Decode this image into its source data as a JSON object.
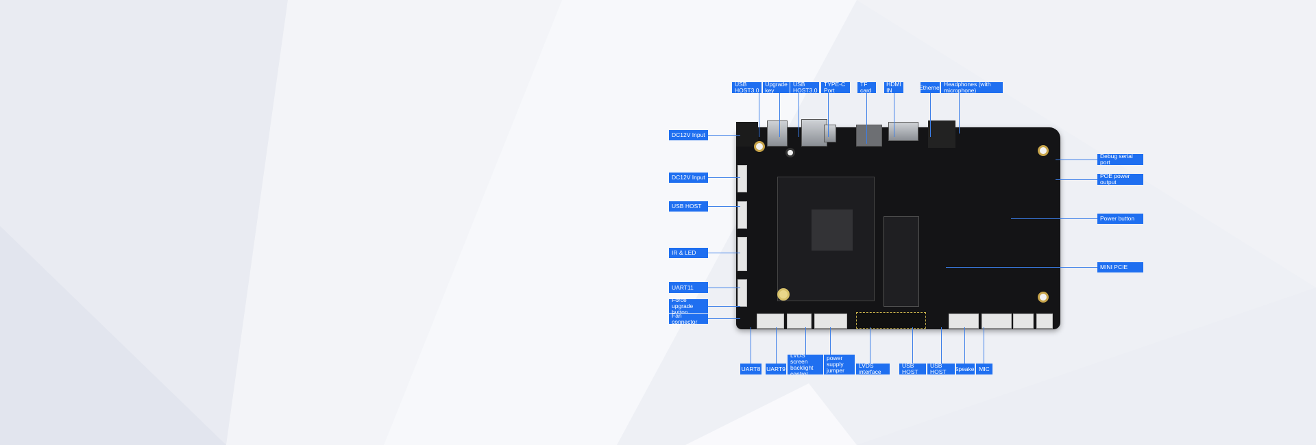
{
  "colors": {
    "label_bg": "#1f6ff0",
    "label_text": "#ffffff",
    "board": "#141416",
    "background": "#eef0f5"
  },
  "top_labels": [
    "USB HOST3.0",
    "Upgrade key",
    "USB HOST3.0",
    "TYPE-C Port",
    "TF card",
    "HDMI IN",
    "Ethernet",
    "Headphones (with microphone)"
  ],
  "left_labels": [
    "DC12V Input",
    "DC12V Input",
    "USB HOST",
    "IR & LED",
    "UART11",
    "Force upgrade button",
    "Fan connector"
  ],
  "right_labels": [
    "Debug serial port",
    "POE power output",
    "Power button",
    "MINI PCIE"
  ],
  "bottom_labels": [
    "UART8",
    "UART9",
    "LVDS screen backlight control",
    "Screen power supply jumper cap",
    "LVDS interface",
    "USB HOST",
    "USB HOST",
    "Speaker",
    "MIC"
  ]
}
